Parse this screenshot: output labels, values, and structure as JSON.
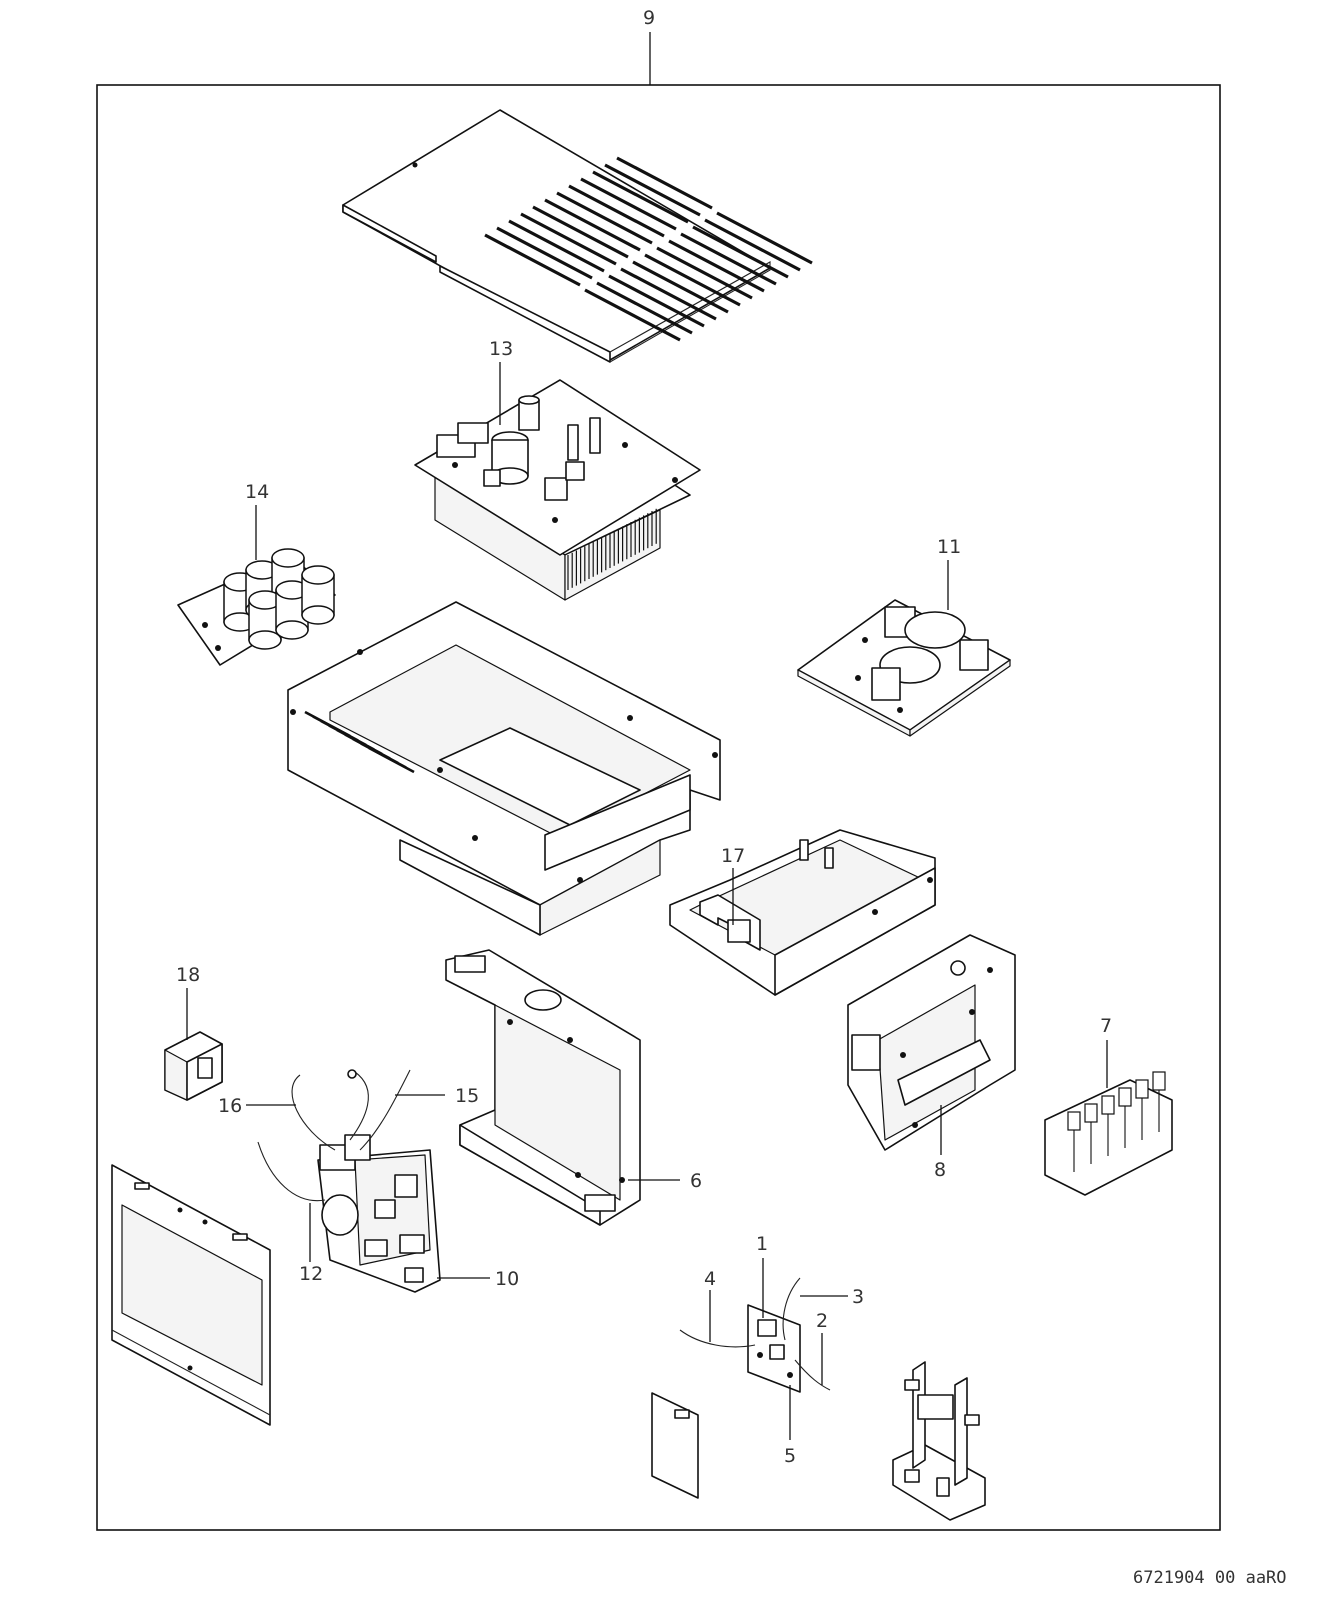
{
  "labels": {
    "l1": "1",
    "l2": "2",
    "l3": "3",
    "l4": "4",
    "l5": "5",
    "l6": "6",
    "l7": "7",
    "l8": "8",
    "l9": "9",
    "l10": "10",
    "l11": "11",
    "l12": "12",
    "l13": "13",
    "l14": "14",
    "l15": "15",
    "l16": "16",
    "l17": "17",
    "l18": "18"
  },
  "drawing_code": "6721904 00 aaRO"
}
